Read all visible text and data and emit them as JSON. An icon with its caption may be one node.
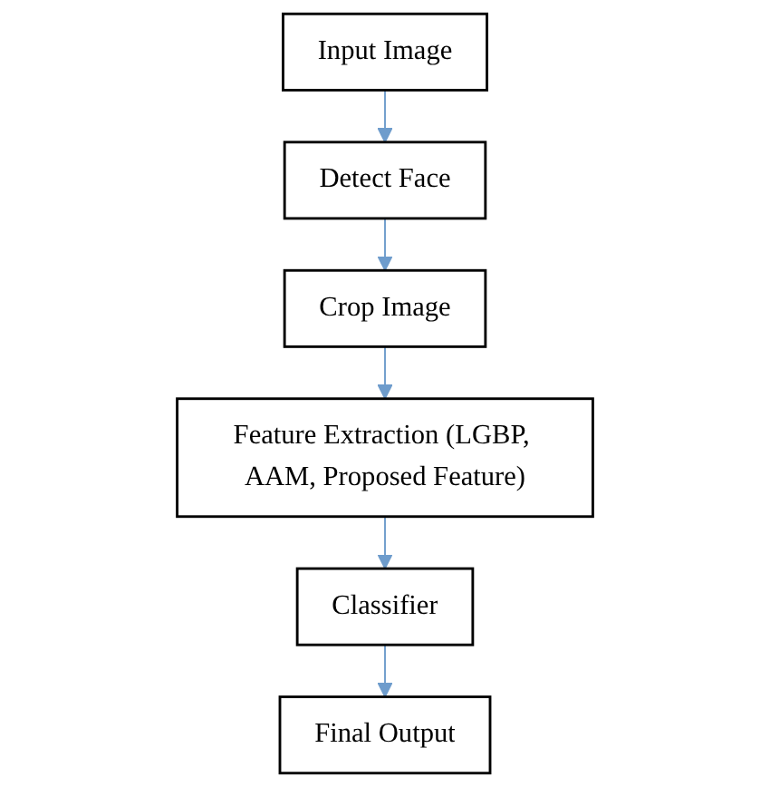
{
  "diagram": {
    "nodes": [
      {
        "text": [
          "Input Image"
        ]
      },
      {
        "text": [
          "Detect Face"
        ]
      },
      {
        "text": [
          "Crop Image"
        ]
      },
      {
        "text": [
          "Feature Extraction (LGBP, AAM, Proposed Feature)"
        ]
      },
      {
        "text": [
          "Classifier"
        ]
      },
      {
        "text": [
          "Final Output"
        ]
      }
    ],
    "edges": [
      {
        "from": 0,
        "to": 1,
        "arrow": "to"
      },
      {
        "from": 1,
        "to": 2,
        "arrow": "to"
      },
      {
        "from": 2,
        "to": 3,
        "arrow": "to"
      },
      {
        "from": 3,
        "to": 4,
        "arrow": "to"
      },
      {
        "from": 4,
        "to": 5,
        "arrow": "to"
      }
    ]
  }
}
